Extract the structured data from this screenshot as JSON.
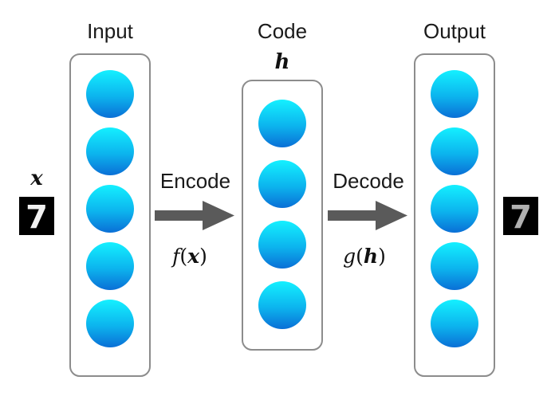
{
  "layers": {
    "input": {
      "title": "Input",
      "node_count": 5
    },
    "code": {
      "title": "Code",
      "symbol": "h",
      "node_count": 4
    },
    "output": {
      "title": "Output",
      "node_count": 5
    }
  },
  "arrows": {
    "encode": {
      "label": "Encode",
      "func": "f",
      "arg": "x"
    },
    "decode": {
      "label": "Decode",
      "func": "g",
      "arg": "h"
    }
  },
  "input_sample": {
    "symbol": "x",
    "digit": "7"
  },
  "output_sample": {
    "digit": "7"
  },
  "colors": {
    "node_top": "#14f0ff",
    "node_bottom": "#0a6fd6",
    "box_stroke": "#8c8c8c",
    "arrow": "#5a5a5a",
    "sample_bg": "#000000"
  }
}
